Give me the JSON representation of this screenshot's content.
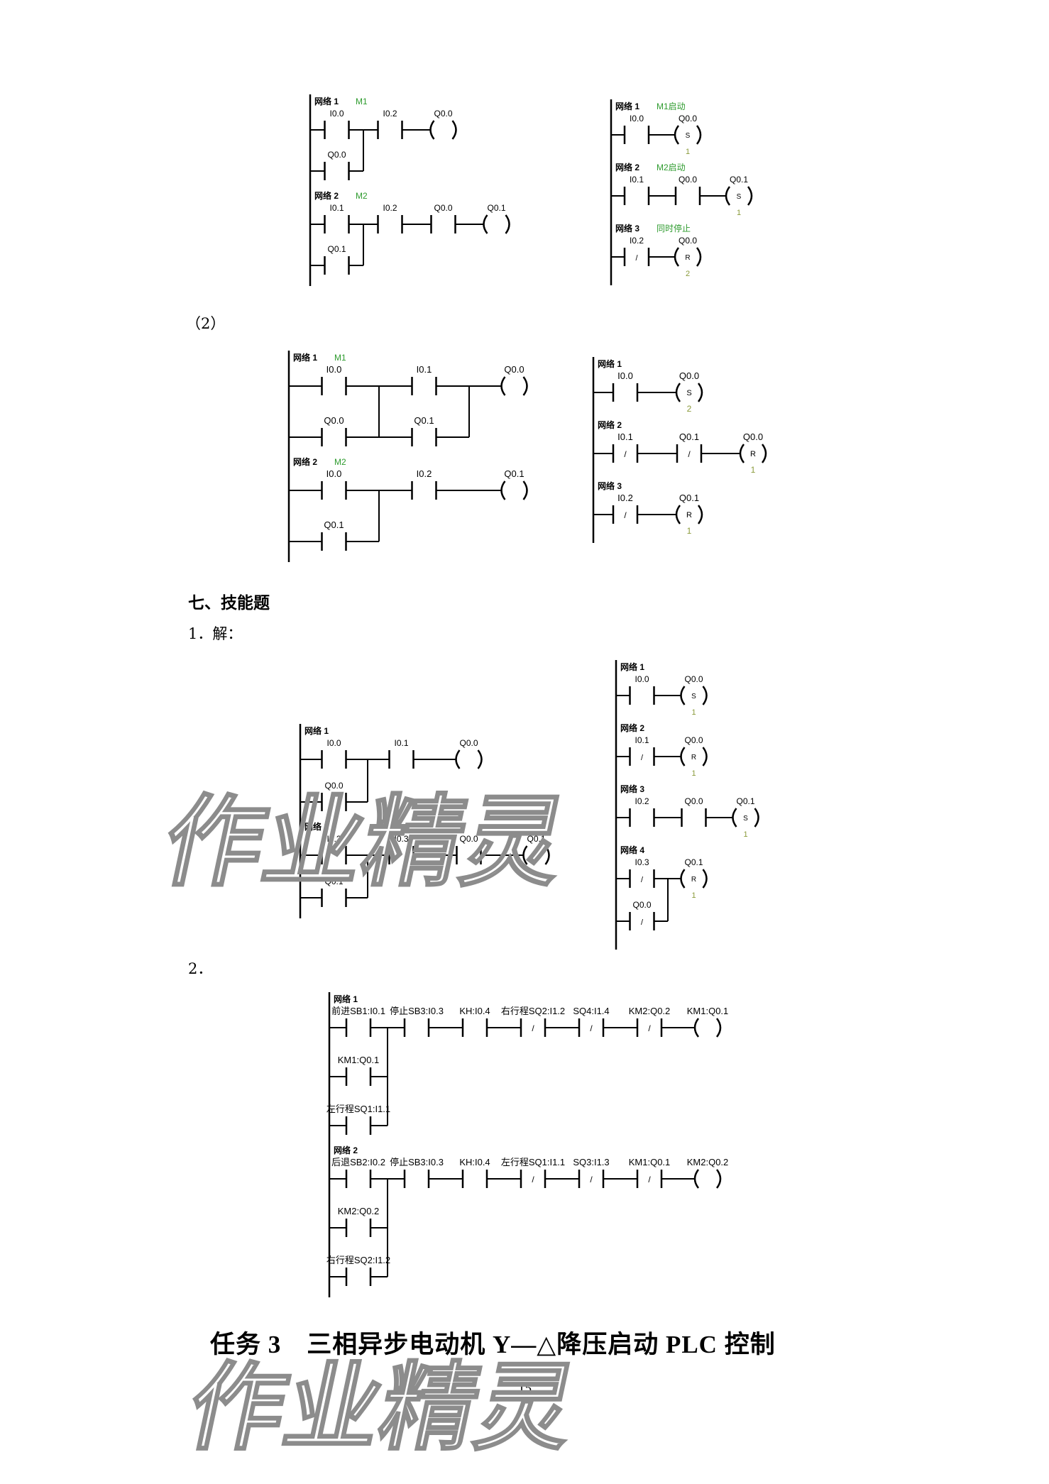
{
  "section_label_2": "（2）",
  "section7_heading": "七、技能题",
  "q1_label": "1．解：",
  "q2_label": "2．",
  "task_title": "任务 3　三相异步电动机 Y—△降压启动 PLC 控制",
  "page_number": "15",
  "watermark": "作业精灵",
  "colors": {
    "wire": "#000000",
    "comment": "#2e9b2e",
    "count": "#8a9a3a",
    "watermark_stroke": "#8c8c8c"
  },
  "diagrams": [
    {
      "networks": [
        {
          "title": "网络 1",
          "comment": "M1",
          "main": [
            {
              "type": "NO",
              "label": "I0.0"
            },
            {
              "type": "NO",
              "label": "I0.2"
            },
            {
              "type": "coil",
              "label": "Q0.0"
            }
          ],
          "branches": [
            {
              "items": [
                {
                  "col": 0,
                  "type": "NO",
                  "label": "Q0.0"
                }
              ],
              "joins": [
                0
              ]
            }
          ]
        },
        {
          "title": "网络 2",
          "comment": "M2",
          "main": [
            {
              "type": "NO",
              "label": "I0.1"
            },
            {
              "type": "NO",
              "label": "I0.2"
            },
            {
              "type": "NO",
              "label": "Q0.0"
            },
            {
              "type": "coil",
              "label": "Q0.1"
            }
          ],
          "branches": [
            {
              "items": [
                {
                  "col": 0,
                  "type": "NO",
                  "label": "Q0.1"
                }
              ],
              "joins": [
                0
              ]
            }
          ]
        }
      ]
    },
    {
      "networks": [
        {
          "title": "网络 1",
          "comment": "M1启动",
          "main": [
            {
              "type": "NO",
              "label": "I0.0"
            },
            {
              "type": "coil",
              "label": "Q0.0",
              "op": "S",
              "count": "1"
            }
          ],
          "branches": []
        },
        {
          "title": "网络 2",
          "comment": "M2启动",
          "main": [
            {
              "type": "NO",
              "label": "I0.1"
            },
            {
              "type": "NO",
              "label": "Q0.0"
            },
            {
              "type": "coil",
              "label": "Q0.1",
              "op": "S",
              "count": "1"
            }
          ],
          "branches": []
        },
        {
          "title": "网络 3",
          "comment": "同时停止",
          "main": [
            {
              "type": "NC",
              "label": "I0.2"
            },
            {
              "type": "coil",
              "label": "Q0.0",
              "op": "R",
              "count": "2"
            }
          ],
          "branches": []
        }
      ]
    },
    {
      "networks": [
        {
          "title": "网络 1",
          "comment": "M1",
          "main": [
            {
              "type": "NO",
              "label": "I0.0"
            },
            {
              "type": "NO",
              "label": "I0.1"
            },
            {
              "type": "coil",
              "label": "Q0.0"
            }
          ],
          "branches": [
            {
              "items": [
                {
                  "col": 0,
                  "type": "NO",
                  "label": "Q0.0"
                },
                {
                  "col": 1,
                  "type": "NO",
                  "label": "Q0.1"
                }
              ],
              "joins": [
                0,
                1
              ]
            }
          ]
        },
        {
          "title": "网络 2",
          "comment": "M2",
          "main": [
            {
              "type": "NO",
              "label": "I0.0"
            },
            {
              "type": "NO",
              "label": "I0.2"
            },
            {
              "type": "coil",
              "label": "Q0.1"
            }
          ],
          "branches": [
            {
              "items": [
                {
                  "col": 0,
                  "type": "NO",
                  "label": "Q0.1"
                }
              ],
              "joins": [
                0
              ]
            }
          ]
        }
      ]
    },
    {
      "networks": [
        {
          "title": "网络 1",
          "comment": "",
          "main": [
            {
              "type": "NO",
              "label": "I0.0"
            },
            {
              "type": "coil",
              "label": "Q0.0",
              "op": "S",
              "count": "2"
            }
          ],
          "branches": []
        },
        {
          "title": "网络 2",
          "comment": "",
          "main": [
            {
              "type": "NC",
              "label": "I0.1"
            },
            {
              "type": "NC",
              "label": "Q0.1"
            },
            {
              "type": "coil",
              "label": "Q0.0",
              "op": "R",
              "count": "1"
            }
          ],
          "branches": []
        },
        {
          "title": "网络 3",
          "comment": "",
          "main": [
            {
              "type": "NC",
              "label": "I0.2"
            },
            {
              "type": "coil",
              "label": "Q0.1",
              "op": "R",
              "count": "1"
            }
          ],
          "branches": []
        }
      ]
    },
    {
      "networks": [
        {
          "title": "网络 1",
          "comment": "",
          "main": [
            {
              "type": "NO",
              "label": "I0.0"
            },
            {
              "type": "NO",
              "label": "I0.1"
            },
            {
              "type": "coil",
              "label": "Q0.0"
            }
          ],
          "branches": [
            {
              "items": [
                {
                  "col": 0,
                  "type": "NO",
                  "label": "Q0.0"
                }
              ],
              "joins": [
                0
              ]
            }
          ]
        },
        {
          "title": "网络 2",
          "comment": "",
          "main": [
            {
              "type": "NO",
              "label": "I0.2"
            },
            {
              "type": "NO",
              "label": "I0.3"
            },
            {
              "type": "NO",
              "label": "Q0.0"
            },
            {
              "type": "coil",
              "label": "Q0.1"
            }
          ],
          "branches": [
            {
              "items": [
                {
                  "col": 0,
                  "type": "NO",
                  "label": "Q0.1"
                }
              ],
              "joins": [
                0
              ]
            }
          ]
        }
      ]
    },
    {
      "networks": [
        {
          "title": "网络 1",
          "comment": "",
          "main": [
            {
              "type": "NO",
              "label": "I0.0"
            },
            {
              "type": "coil",
              "label": "Q0.0",
              "op": "S",
              "count": "1"
            }
          ],
          "branches": []
        },
        {
          "title": "网络 2",
          "comment": "",
          "main": [
            {
              "type": "NC",
              "label": "I0.1"
            },
            {
              "type": "coil",
              "label": "Q0.0",
              "op": "R",
              "count": "1"
            }
          ],
          "branches": []
        },
        {
          "title": "网络 3",
          "comment": "",
          "main": [
            {
              "type": "NO",
              "label": "I0.2"
            },
            {
              "type": "NO",
              "label": "Q0.0"
            },
            {
              "type": "coil",
              "label": "Q0.1",
              "op": "S",
              "count": "1"
            }
          ],
          "branches": []
        },
        {
          "title": "网络 4",
          "comment": "",
          "main": [
            {
              "type": "NC",
              "label": "I0.3"
            },
            {
              "type": "coil",
              "label": "Q0.1",
              "op": "R",
              "count": "1"
            }
          ],
          "branches": [
            {
              "items": [
                {
                  "col": 0,
                  "type": "NC",
                  "label": "Q0.0"
                }
              ],
              "joins": [
                0
              ]
            }
          ]
        }
      ]
    },
    {
      "networks": [
        {
          "title": "网络 1",
          "comment": "",
          "main": [
            {
              "type": "NO",
              "label": "前进SB1:I0.1"
            },
            {
              "type": "NO",
              "label": "停止SB3:I0.3"
            },
            {
              "type": "NO",
              "label": "KH:I0.4"
            },
            {
              "type": "NC",
              "label": "右行程SQ2:I1.2"
            },
            {
              "type": "NC",
              "label": "SQ4:I1.4"
            },
            {
              "type": "NC",
              "label": "KM2:Q0.2"
            },
            {
              "type": "coil",
              "label": "KM1:Q0.1"
            }
          ],
          "branches": [
            {
              "items": [
                {
                  "col": 0,
                  "type": "NO",
                  "label": "KM1:Q0.1"
                }
              ],
              "joins": [
                0
              ]
            },
            {
              "items": [
                {
                  "col": 0,
                  "type": "NO",
                  "label": "左行程SQ1:I1.1"
                }
              ],
              "joins": [
                0
              ]
            }
          ]
        },
        {
          "title": "网络 2",
          "comment": "",
          "main": [
            {
              "type": "NO",
              "label": "后退SB2:I0.2"
            },
            {
              "type": "NO",
              "label": "停止SB3:I0.3"
            },
            {
              "type": "NO",
              "label": "KH:I0.4"
            },
            {
              "type": "NC",
              "label": "左行程SQ1:I1.1"
            },
            {
              "type": "NC",
              "label": "SQ3:I1.3"
            },
            {
              "type": "NC",
              "label": "KM1:Q0.1"
            },
            {
              "type": "coil",
              "label": "KM2:Q0.2"
            }
          ],
          "branches": [
            {
              "items": [
                {
                  "col": 0,
                  "type": "NO",
                  "label": "KM2:Q0.2"
                }
              ],
              "joins": [
                0
              ]
            },
            {
              "items": [
                {
                  "col": 0,
                  "type": "NO",
                  "label": "右行程SQ2:I1.2"
                }
              ],
              "joins": [
                0
              ]
            }
          ]
        }
      ]
    }
  ]
}
